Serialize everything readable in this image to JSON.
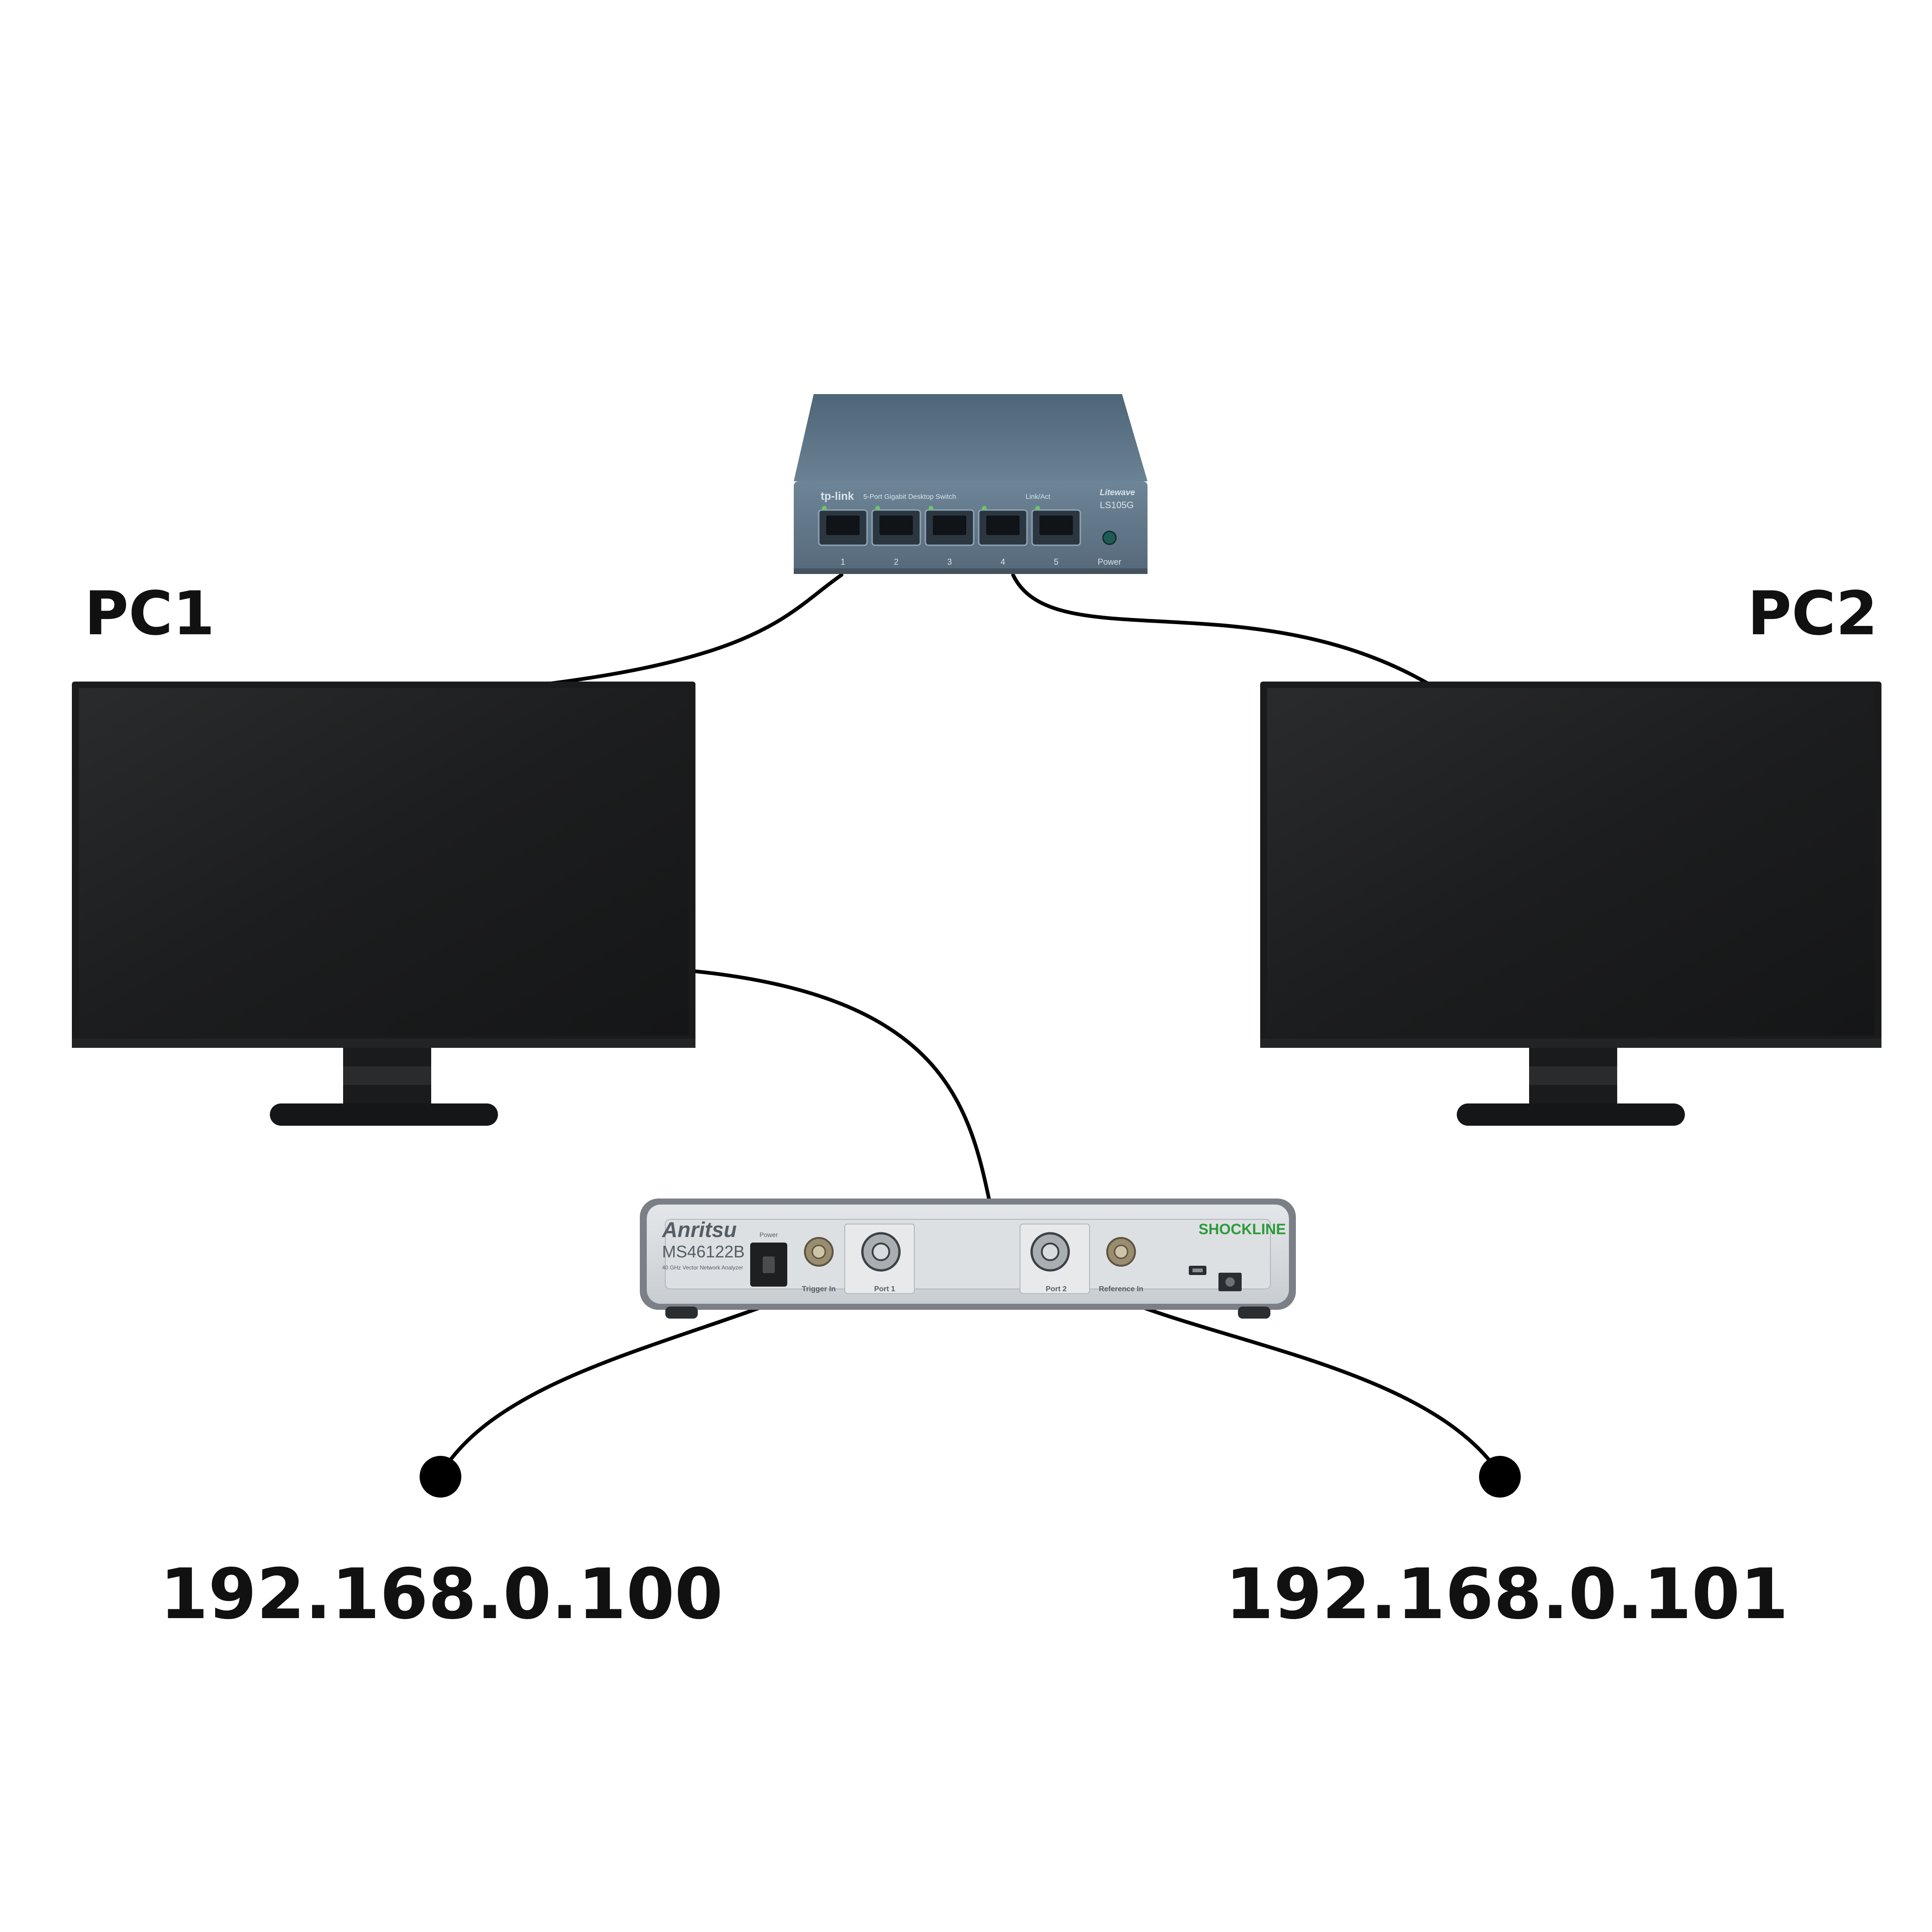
{
  "labels": {
    "pc1": "PC1",
    "pc2": "PC2",
    "ip_left": "192.168.0.100",
    "ip_right": "192.168.0.101"
  },
  "switch": {
    "brand": "tp-link",
    "description": "5-Port Gigabit Desktop Switch",
    "link_act": "Link/Act",
    "series": "Litewave",
    "model": "LS105G",
    "ports": [
      "1",
      "2",
      "3",
      "4",
      "5"
    ],
    "power": "Power"
  },
  "analyzer": {
    "brand": "Anritsu",
    "model": "MS46122B",
    "subtitle": "40 GHz Vector Network Analyzer",
    "power": "Power",
    "trigger": "Trigger In",
    "port1": "Port 1",
    "port2": "Port 2",
    "reference": "Reference In",
    "series": "SHOCKLINE"
  },
  "colors": {
    "switch_body": "#5a7386",
    "monitor_bezel": "#1a1b1c",
    "analyzer_body": "#d5d9dc",
    "cable": "#000000",
    "shockline_green": "#2e9a3a"
  }
}
